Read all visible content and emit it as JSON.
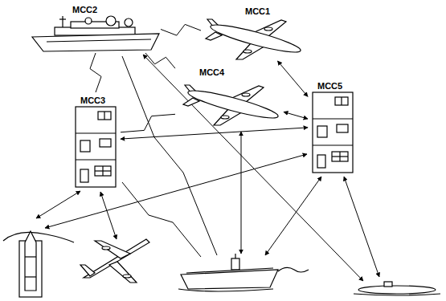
{
  "diagram": {
    "nodes": [
      {
        "text": [
          "MCC2"
        ]
      },
      {
        "text": [
          "MCC1"
        ]
      },
      {
        "text": [
          "MCC4"
        ]
      },
      {
        "text": [
          "MCC5"
        ]
      },
      {
        "text": [
          "MCC3"
        ]
      }
    ],
    "edges": [
      {
        "from": 0,
        "to": 1,
        "arrow": "none"
      },
      {
        "from": 1,
        "to": 3,
        "arrow": "both"
      },
      {
        "from": 0,
        "to": 2,
        "arrow": "none"
      },
      {
        "from": 2,
        "to": 3,
        "arrow": "both"
      },
      {
        "from": 4,
        "to": 3,
        "arrow": "both"
      },
      {
        "from": 4,
        "to": 2,
        "arrow": "none"
      },
      {
        "from": 0,
        "to": 4,
        "arrow": "none"
      }
    ]
  }
}
